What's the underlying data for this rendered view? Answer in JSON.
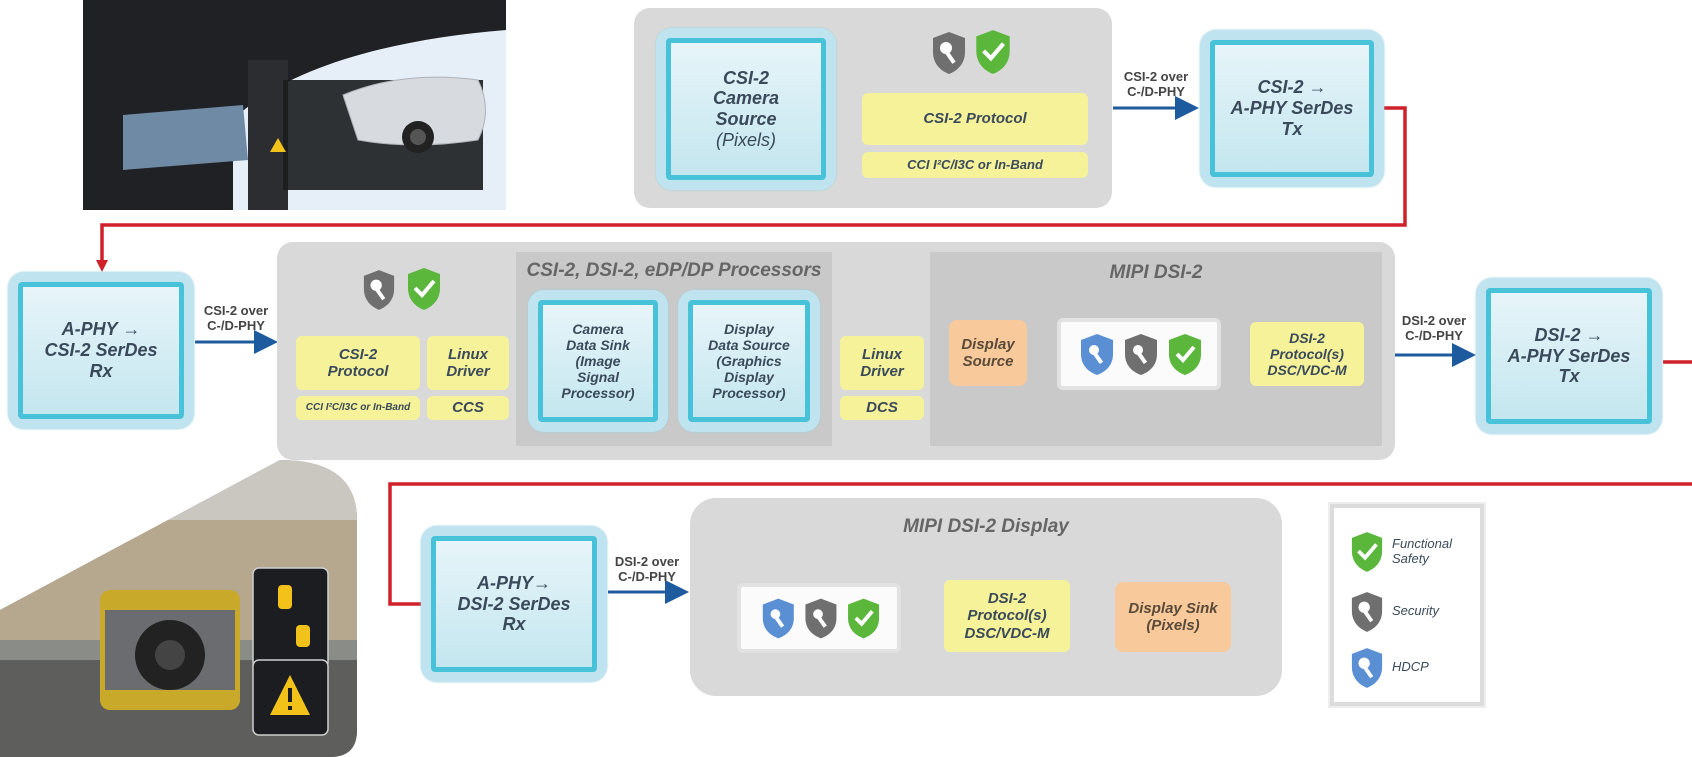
{
  "colors": {
    "red_line": "#d0202a",
    "blue_arrow": "#1e5b9e",
    "panel_gray": "#d9d9d9",
    "node_cyan": "#48c2d8",
    "yellow": "#f5f299",
    "orange": "#f8c99a",
    "shield_green": "#5bb63c",
    "shield_gray": "#6f6f6f",
    "shield_blue": "#5b8fd4"
  },
  "top": {
    "camera_source": {
      "line1": "CSI-2",
      "line2": "Camera",
      "line3": "Source",
      "line4": "(Pixels)"
    },
    "protocol": "CSI-2 Protocol",
    "cci": "CCI I²C/I3C or In-Band",
    "link_label": {
      "line1": "CSI-2 over",
      "line2": "C-/D-PHY"
    },
    "tx": {
      "line1": "CSI-2 →",
      "line2": "A-PHY SerDes",
      "line3": "Tx"
    }
  },
  "middle": {
    "rx": {
      "line1": "A-PHY →",
      "line2": "CSI-2 SerDes",
      "line3": "Rx"
    },
    "link_in": {
      "line1": "CSI-2 over",
      "line2": "C-/D-PHY"
    },
    "csi_protocol": {
      "line1": "CSI-2",
      "line2": "Protocol"
    },
    "cci_small": "CCI I²C/I3C or In-Band",
    "linux_driver_left": {
      "line1": "Linux",
      "line2": "Driver"
    },
    "ccs": "CCS",
    "processors_title": "CSI-2, DSI-2, eDP/DP Processors",
    "camera_sink": {
      "line1": "Camera",
      "line2": "Data Sink",
      "line3": "(Image",
      "line4": "Signal",
      "line5": "Processor)"
    },
    "display_source_proc": {
      "line1": "Display",
      "line2": "Data Source",
      "line3": "(Graphics",
      "line4": "Display",
      "line5": "Processor)"
    },
    "linux_driver_right": {
      "line1": "Linux",
      "line2": "Driver"
    },
    "dcs": "DCS",
    "dsi_title": "MIPI DSI-2",
    "display_source": {
      "line1": "Display",
      "line2": "Source"
    },
    "dsi_protocols": {
      "line1": "DSI-2",
      "line2": "Protocol(s)",
      "line3": "DSC/VDC-M"
    },
    "link_out": {
      "line1": "DSI-2 over",
      "line2": "C-/D-PHY"
    },
    "tx": {
      "line1": "DSI-2 →",
      "line2": "A-PHY SerDes",
      "line3": "Tx"
    }
  },
  "bottom": {
    "rx": {
      "line1": "A-PHY→",
      "line2": "DSI-2 SerDes",
      "line3": "Rx"
    },
    "link_label": {
      "line1": "DSI-2 over",
      "line2": "C-/D-PHY"
    },
    "display_title": "MIPI DSI-2 Display",
    "dsi_protocols": {
      "line1": "DSI-2",
      "line2": "Protocol(s)",
      "line3": "DSC/VDC-M"
    },
    "display_sink": {
      "line1": "Display Sink",
      "line2": "(Pixels)"
    }
  },
  "legend": {
    "functional_safety": {
      "line1": "Functional",
      "line2": "Safety"
    },
    "security": "Security",
    "hdcp": "HDCP"
  },
  "icons": [
    "shield-wrench-icon",
    "shield-check-icon",
    "shield-blue-wrench-icon",
    "warning-icon",
    "camera-icon",
    "car-icon"
  ]
}
